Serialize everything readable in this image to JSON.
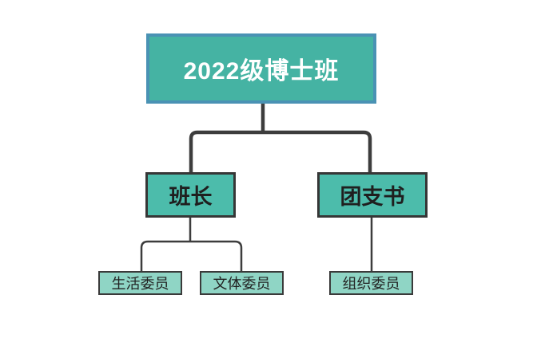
{
  "diagram": {
    "type": "org-chart",
    "colors": {
      "background": "#ffffff",
      "connector": "#3d3d3d",
      "root_fill": "#45b3a3",
      "root_border": "#4a92b4",
      "root_text": "#ffffff",
      "mid_fill": "#4cbcab",
      "mid_border": "#363636",
      "mid_text": "#1f1f1f",
      "leaf_fill": "#8fd5c5",
      "leaf_border": "#3a3a3a",
      "leaf_text": "#222222"
    },
    "nodes": {
      "root": {
        "label": "2022级博士班"
      },
      "class_monitor": {
        "label": "班长"
      },
      "league_secretary": {
        "label": "团支书"
      },
      "life_committee": {
        "label": "生活委员"
      },
      "culture_sports_committee": {
        "label": "文体委员"
      },
      "organization_committee": {
        "label": "组织委员"
      }
    },
    "edges": [
      {
        "from": "root",
        "to": "class_monitor"
      },
      {
        "from": "root",
        "to": "league_secretary"
      },
      {
        "from": "class_monitor",
        "to": "life_committee"
      },
      {
        "from": "class_monitor",
        "to": "culture_sports_committee"
      },
      {
        "from": "league_secretary",
        "to": "organization_committee"
      }
    ]
  }
}
